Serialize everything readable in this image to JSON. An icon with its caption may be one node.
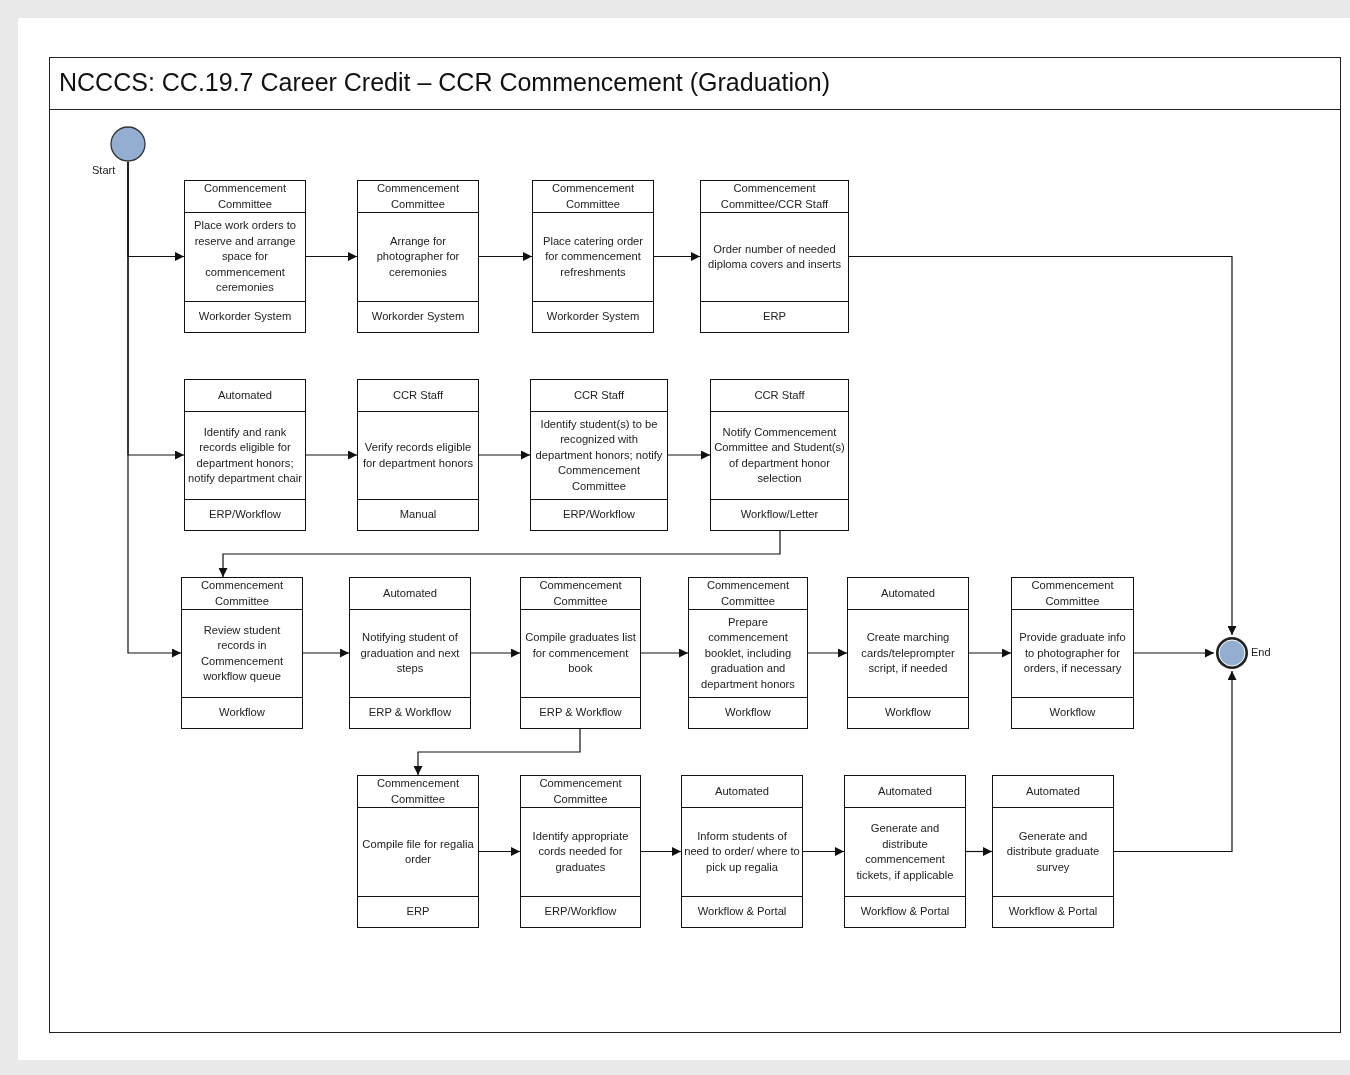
{
  "diagram": {
    "title": "NCCCS: CC.19.7 Career Credit – CCR Commencement (Graduation)",
    "nodes": [
      {
        "text": [],
        "shape": "circle",
        "beside": [
          "Start"
        ]
      },
      {
        "text": [
          "Commencement Committee",
          "Place work orders to reserve and arrange space for commencement ceremonies",
          "Workorder System"
        ]
      },
      {
        "text": [
          "Commencement Committee",
          "Arrange for photographer for ceremonies",
          "Workorder System"
        ]
      },
      {
        "text": [
          "Commencement Committee",
          "Place catering order for commencement refreshments",
          "Workorder System"
        ]
      },
      {
        "text": [
          "Commencement Committee/CCR Staff",
          "Order number of needed diploma covers and inserts",
          "ERP"
        ]
      },
      {
        "text": [
          "Automated",
          "Identify and rank records eligible for department honors; notify department chair",
          "ERP/Workflow"
        ]
      },
      {
        "text": [
          "CCR Staff",
          "Verify records eligible for department honors",
          "Manual"
        ]
      },
      {
        "text": [
          "CCR Staff",
          "Identify student(s) to be recognized with department honors; notify Commencement Committee",
          "ERP/Workflow"
        ]
      },
      {
        "text": [
          "CCR Staff",
          "Notify Commencement Committee and Student(s) of department honor selection",
          "Workflow/Letter"
        ]
      },
      {
        "text": [
          "Commencement Committee",
          "Review student records in Commencement workflow queue",
          "Workflow"
        ]
      },
      {
        "text": [
          "Automated",
          "Notifying student of graduation and next steps",
          "ERP & Workflow"
        ]
      },
      {
        "text": [
          "Commencement Committee",
          "Compile graduates list for commencement book",
          "ERP & Workflow"
        ]
      },
      {
        "text": [
          "Commencement Committee",
          "Prepare commencement booklet, including graduation and department honors",
          "Workflow"
        ]
      },
      {
        "text": [
          "Automated",
          "Create marching cards/teleprompter script, if needed",
          "Workflow"
        ]
      },
      {
        "text": [
          "Commencement Committee",
          "Provide graduate info to photographer for orders, if necessary",
          "Workflow"
        ]
      },
      {
        "text": [
          "Commencement Committee",
          "Compile file for regalia order",
          "ERP"
        ]
      },
      {
        "text": [
          "Commencement Committee",
          "Identify appropriate cords needed for graduates",
          "ERP/Workflow"
        ]
      },
      {
        "text": [
          "Automated",
          "Inform students of need to order/ where to pick up regalia",
          "Workflow & Portal"
        ]
      },
      {
        "text": [
          "Automated",
          "Generate and distribute commencement tickets, if applicable",
          "Workflow & Portal"
        ]
      },
      {
        "text": [
          "Automated",
          "Generate and distribute graduate survey",
          "Workflow & Portal"
        ]
      },
      {
        "text": [],
        "shape": "circle",
        "beside": [
          "End"
        ]
      }
    ],
    "edges": [
      {
        "from": 0,
        "to": 1,
        "arrow": "to"
      },
      {
        "from": 0,
        "to": 5,
        "arrow": "to"
      },
      {
        "from": 0,
        "to": 9,
        "arrow": "to"
      },
      {
        "from": 1,
        "to": 2,
        "arrow": "to"
      },
      {
        "from": 2,
        "to": 3,
        "arrow": "to"
      },
      {
        "from": 3,
        "to": 4,
        "arrow": "to"
      },
      {
        "from": 4,
        "to": 20,
        "arrow": "to"
      },
      {
        "from": 5,
        "to": 6,
        "arrow": "to"
      },
      {
        "from": 6,
        "to": 7,
        "arrow": "to"
      },
      {
        "from": 7,
        "to": 8,
        "arrow": "to"
      },
      {
        "from": 8,
        "to": 9,
        "arrow": "to"
      },
      {
        "from": 9,
        "to": 10,
        "arrow": "to"
      },
      {
        "from": 10,
        "to": 11,
        "arrow": "to"
      },
      {
        "from": 11,
        "to": 12,
        "arrow": "to"
      },
      {
        "from": 12,
        "to": 13,
        "arrow": "to"
      },
      {
        "from": 13,
        "to": 14,
        "arrow": "to"
      },
      {
        "from": 14,
        "to": 20,
        "arrow": "to"
      },
      {
        "from": 11,
        "to": 15,
        "arrow": "to"
      },
      {
        "from": 15,
        "to": 16,
        "arrow": "to"
      },
      {
        "from": 16,
        "to": 17,
        "arrow": "to"
      },
      {
        "from": 17,
        "to": 18,
        "arrow": "to"
      },
      {
        "from": 18,
        "to": 19,
        "arrow": "to"
      },
      {
        "from": 19,
        "to": 20,
        "arrow": "to"
      }
    ]
  }
}
